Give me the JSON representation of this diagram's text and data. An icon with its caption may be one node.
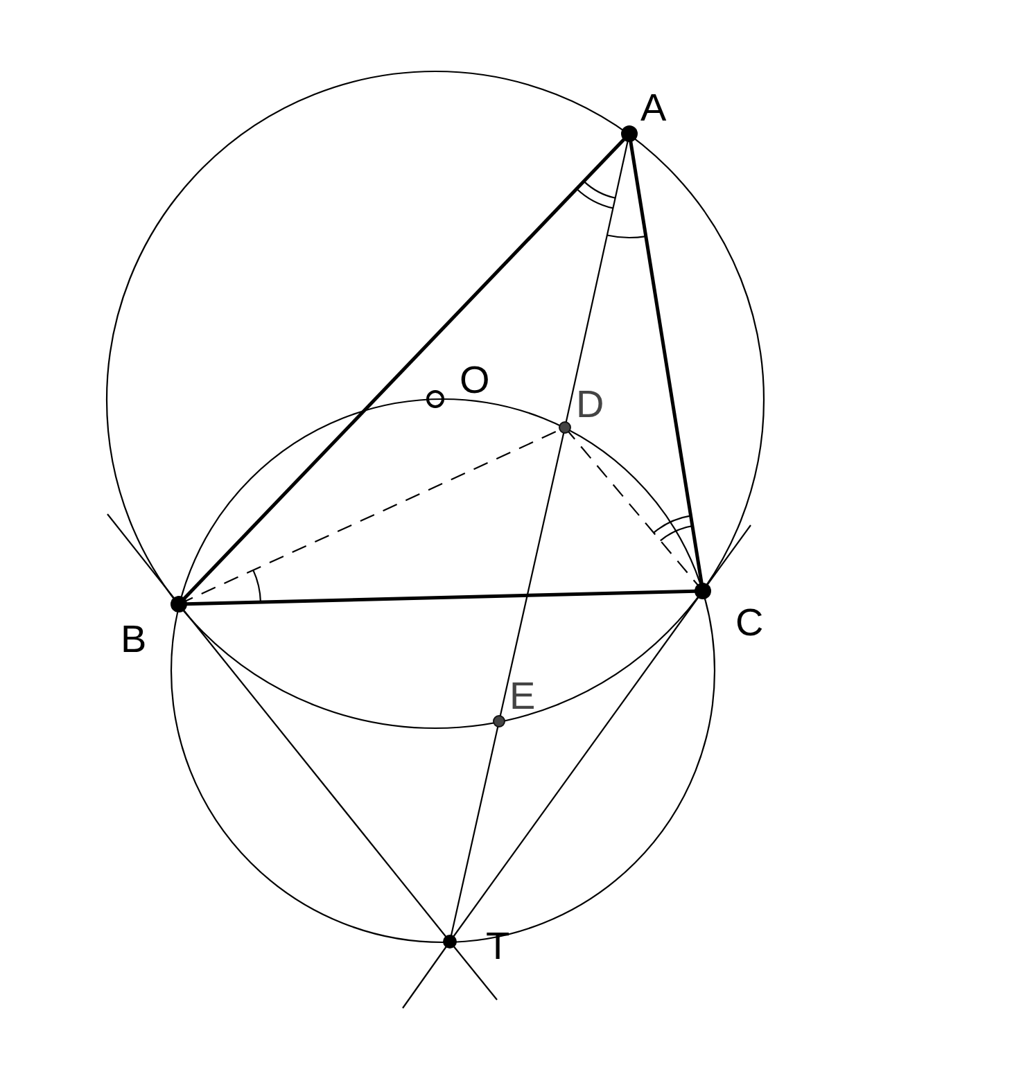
{
  "diagram": {
    "nodes": [
      {
        "text": [
          "A"
        ]
      },
      {
        "text": [
          "B"
        ]
      },
      {
        "text": [
          "C"
        ]
      },
      {
        "text": [
          "D"
        ]
      },
      {
        "text": [
          "E"
        ]
      },
      {
        "text": [
          "T"
        ]
      },
      {
        "text": [
          "O"
        ]
      }
    ],
    "edges": [
      {
        "from": 0,
        "to": 1,
        "arrow": "none",
        "style": "thick"
      },
      {
        "from": 0,
        "to": 2,
        "arrow": "none",
        "style": "thick"
      },
      {
        "from": 1,
        "to": 2,
        "arrow": "none",
        "style": "thick"
      },
      {
        "from": 0,
        "to": 3,
        "arrow": "none"
      },
      {
        "from": 3,
        "to": 4,
        "arrow": "none"
      },
      {
        "from": 4,
        "to": 5,
        "arrow": "none"
      },
      {
        "from": 1,
        "to": 3,
        "arrow": "none",
        "style": "dashed"
      },
      {
        "from": 3,
        "to": 2,
        "arrow": "none",
        "style": "dashed"
      },
      {
        "from": 1,
        "to": 5,
        "arrow": "none"
      },
      {
        "from": 2,
        "to": 5,
        "arrow": "none"
      }
    ]
  }
}
